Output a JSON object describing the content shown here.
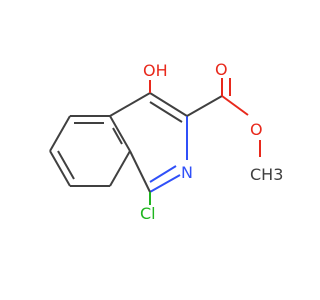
{
  "molecule": {
    "atoms": {
      "hydroxyl": "OH",
      "carbonyl_oxygen": "O",
      "ester_oxygen": "O",
      "methyl": "CH3",
      "ring_nitrogen": "N",
      "chlorine": "Cl"
    },
    "colors": {
      "bond": "#404040",
      "oxygen": "#e8291c",
      "nitrogen": "#3050f8",
      "chlorine": "#1fb51f",
      "carbon": "#404040"
    }
  }
}
